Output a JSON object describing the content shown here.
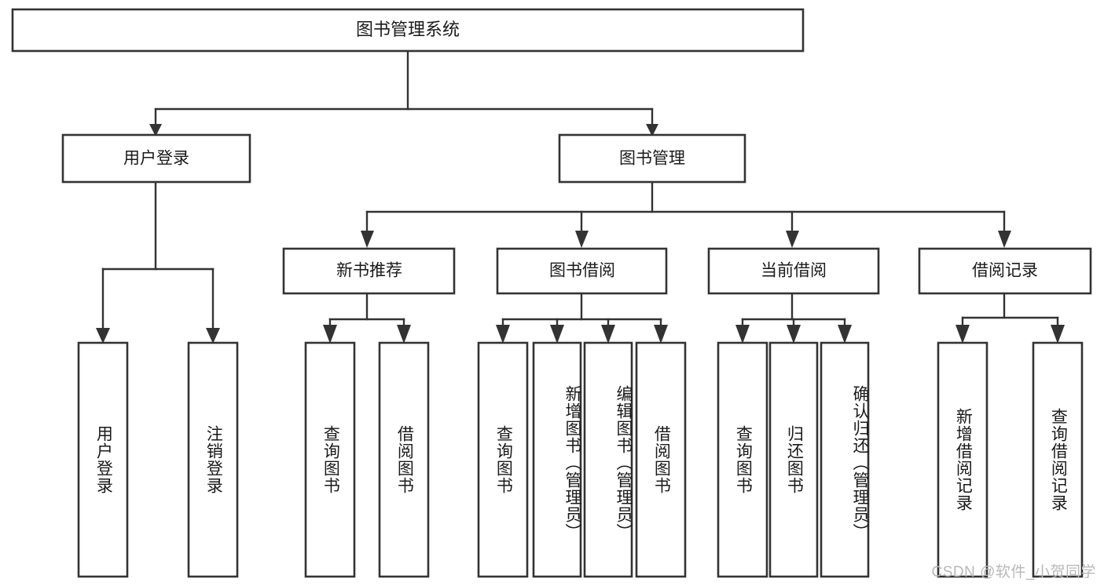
{
  "diagram": {
    "type": "tree",
    "title": "图书管理系统",
    "watermark": "CSDN @软件_小贺同学",
    "root": {
      "id": "root",
      "label": "图书管理系统"
    },
    "level2": [
      {
        "id": "user-login",
        "label": "用户登录"
      },
      {
        "id": "book-management",
        "label": "图书管理"
      }
    ],
    "level3": [
      {
        "id": "new-book-recommend",
        "label": "新书推荐",
        "parent": "book-management"
      },
      {
        "id": "book-borrow",
        "label": "图书借阅",
        "parent": "book-management"
      },
      {
        "id": "current-borrow",
        "label": "当前借阅",
        "parent": "book-management"
      },
      {
        "id": "borrow-record",
        "label": "借阅记录",
        "parent": "book-management"
      }
    ],
    "leaves": [
      {
        "id": "leaf-user-login",
        "label": "用户登录",
        "parent": "user-login"
      },
      {
        "id": "leaf-logout-login",
        "label": "注销登录",
        "parent": "user-login"
      },
      {
        "id": "leaf-query-book-1",
        "label": "查询图书",
        "parent": "new-book-recommend"
      },
      {
        "id": "leaf-borrow-book-1",
        "label": "借阅图书",
        "parent": "new-book-recommend"
      },
      {
        "id": "leaf-query-book-2",
        "label": "查询图书",
        "parent": "book-borrow"
      },
      {
        "id": "leaf-add-book",
        "label": "新增图书（管理员）",
        "parent": "book-borrow"
      },
      {
        "id": "leaf-edit-book",
        "label": "编辑图书（管理员）",
        "parent": "book-borrow"
      },
      {
        "id": "leaf-borrow-book-2",
        "label": "借阅图书",
        "parent": "book-borrow"
      },
      {
        "id": "leaf-query-book-3",
        "label": "查询图书",
        "parent": "current-borrow"
      },
      {
        "id": "leaf-return-book",
        "label": "归还图书",
        "parent": "current-borrow"
      },
      {
        "id": "leaf-confirm-return",
        "label": "确认归还（管理员）",
        "parent": "current-borrow"
      },
      {
        "id": "leaf-add-record",
        "label": "新增借阅记录",
        "parent": "borrow-record"
      },
      {
        "id": "leaf-query-record",
        "label": "查询借阅记录",
        "parent": "borrow-record"
      }
    ],
    "colors": {
      "stroke": "#333333",
      "fill": "#ffffff",
      "text": "#1a1a1a",
      "watermark": "#b8b8b8"
    }
  }
}
